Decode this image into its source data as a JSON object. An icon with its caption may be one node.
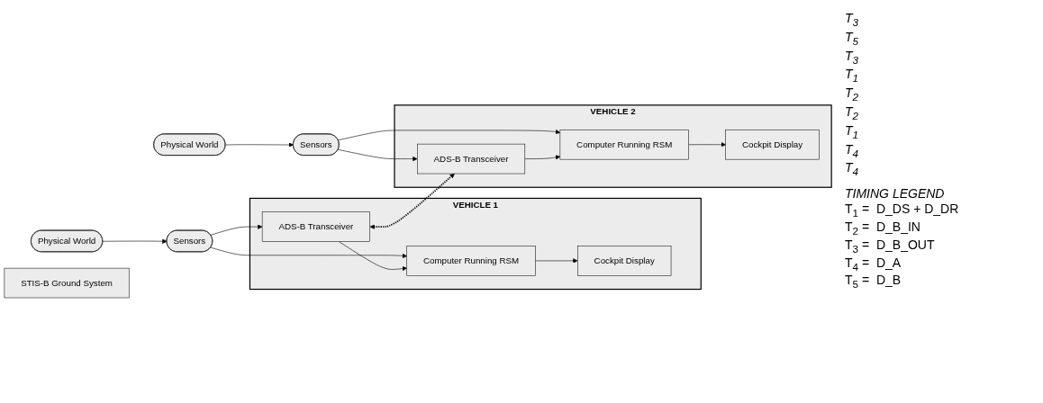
{
  "diagram": {
    "nodes": [
      {
        "text": [
          "Physical World"
        ]
      },
      {
        "text": [
          "VEHICLE 1"
        ]
      },
      {
        "text": [
          "Sensors"
        ]
      },
      {
        "text": [
          "ADS-B Transceiver"
        ],
        "in": 1
      },
      {
        "text": [
          "Computer Running RSM"
        ],
        "in": 1
      },
      {
        "text": [
          "Cockpit Display"
        ],
        "in": 1
      },
      {
        "text": [
          "STIS-B Ground System"
        ]
      },
      {
        "text": [
          "VEHICLE 2"
        ]
      },
      {
        "text": [
          "ADS-B Transceiver"
        ],
        "in": 7
      },
      {
        "text": [
          "Computer Running RSM"
        ],
        "in": 7
      },
      {
        "text": [
          "Cockpit Display"
        ],
        "in": 7
      },
      {
        "text": [
          "Sensors"
        ]
      },
      {
        "text": [
          "Physical World"
        ]
      }
    ],
    "edges": [
      {
        "from": 0,
        "to": 2,
        "arrow": "to"
      },
      {
        "from": 2,
        "to": 3,
        "arrow": "to"
      },
      {
        "from": 2,
        "to": 4,
        "arrow": "to"
      },
      {
        "from": 3,
        "to": 4,
        "arrow": "to"
      },
      {
        "from": 4,
        "to": 5,
        "arrow": "to"
      },
      {
        "from": 3,
        "to": 8,
        "arrow": "both",
        "style": "dashed"
      },
      {
        "from": 12,
        "to": 11,
        "arrow": "to"
      },
      {
        "from": 11,
        "to": 8,
        "arrow": "to"
      },
      {
        "from": 11,
        "to": 9,
        "arrow": "to"
      },
      {
        "from": 8,
        "to": 9,
        "arrow": "to"
      },
      {
        "from": 9,
        "to": 10,
        "arrow": "to"
      }
    ],
    "labels": [
      "T$_{3}$",
      "T$_{5}$",
      "T$_{3}$",
      "T$_{1}$",
      "T$_{2}$",
      "T$_{2}$",
      "T$_{1}$",
      "T$_{4}$",
      "T$_{4}$",
      "TIMING LEGEND",
      "T$_{1}$ =  D_DS + D_DR",
      "T$_{2}$ =  D_B_IN",
      "T$_{3}$ =  D_B_OUT",
      "T$_{4}$ =  D_A",
      "T$_{5}$ =  D_B"
    ]
  }
}
